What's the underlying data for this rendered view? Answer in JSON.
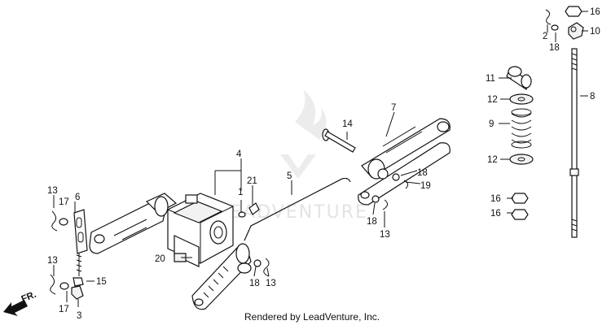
{
  "diagram": {
    "caption": "Rendered by LeadVenture, Inc.",
    "watermark": "LEADVENTURE",
    "direction_label": "FR.",
    "callouts": {
      "c1": "1",
      "c2": "2",
      "c3": "3",
      "c4": "4",
      "c5": "5",
      "c6": "6",
      "c7": "7",
      "c8": "8",
      "c9": "9",
      "c10": "10",
      "c11": "11",
      "c12a": "12",
      "c12b": "12",
      "c13a": "13",
      "c13b": "13",
      "c13c": "13",
      "c13d": "13",
      "c14": "14",
      "c15": "15",
      "c16a": "16",
      "c16b": "16",
      "c16c": "16",
      "c17a": "17",
      "c17b": "17",
      "c18a": "18",
      "c18b": "18",
      "c18c": "18",
      "c18d": "18",
      "c19": "19",
      "c20": "20",
      "c21": "21"
    }
  }
}
